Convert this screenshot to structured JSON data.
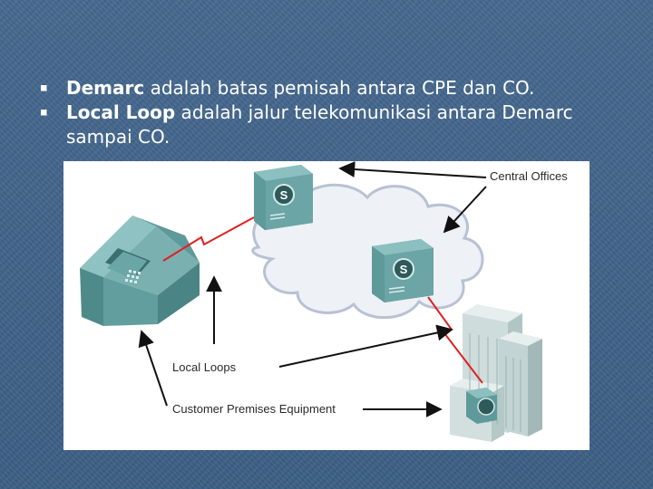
{
  "bullets": [
    {
      "term": "Demarc",
      "text": " adalah batas pemisah antara CPE dan CO."
    },
    {
      "term": "Local Loop",
      "text": " adalah jalur telekomunikasi antara Demarc sampai CO."
    }
  ],
  "diagram": {
    "labels": {
      "central_offices": "Central Offices",
      "local_loops": "Local Loops",
      "cpe": "Customer Premises Equipment"
    },
    "switch_glyph": "S",
    "colors": {
      "equipment": "#5f9a9a",
      "cloud": "#eef1f6",
      "link": "#e02020",
      "arrow": "#111111"
    }
  }
}
